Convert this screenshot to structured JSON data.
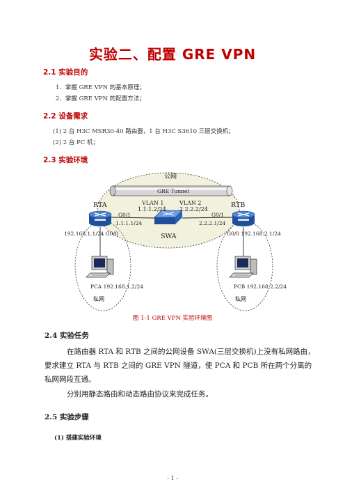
{
  "title": "实验二、配置 GRE VPN",
  "section1": {
    "heading": "2.1 实验目的",
    "items": [
      "1．掌握 GRE VPN 的基本原理；",
      "2．掌握 GRE VPN 的配置方法；"
    ]
  },
  "section2": {
    "heading": "2.2 设备需求",
    "items": [
      "(1) 2 台 H3C MSR30-40 路由器，1 台 H3C S3610 三层交换机；",
      "(2) 2 台 PC 机；"
    ]
  },
  "section3": {
    "heading": "2.3 实验环境"
  },
  "diagram": {
    "public_net": "公网",
    "tunnel": "GRE Tunnel",
    "rta": "RTA",
    "rtb": "RTB",
    "swa": "SWA",
    "vlan1": "VLAN 1",
    "vlan1_ip": "1.1.1.2/24",
    "vlan2": "VLAN 2",
    "vlan2_ip": "2.2.2.2/24",
    "rta_g01": "G0/1",
    "rta_g01_ip": "1.1.1.1/24",
    "rtb_g01": "G0/1",
    "rtb_g01_ip": "2.2.2.1/24",
    "rta_g00": "192.168.1.1/24  G0/0",
    "rtb_g00": "G0/0  192.168.2.1/24",
    "pca": "PCA  192.168.1.2/24",
    "pcb": "PCB  192.168.2.2/24",
    "private_left": "私网",
    "private_right": "私网"
  },
  "caption": "图 1-1 GRE VPN 实验环境图",
  "section4": {
    "heading": "2.4  实验任务",
    "p1a": "在路由器 RTA 和 RTB 之间的公网设备 SWA(三层交换机)上没有私网路由，",
    "p1b": "要求建立 RTA 与 RTB 之间的 GRE VPN 隧道，使 PCA 和 PCB 所在两个分离的",
    "p1c": "私网网段互通。",
    "p2": "分别用静态路由和动态路由协议来完成任务。"
  },
  "section5": {
    "heading": "2.5  实验步骤",
    "step1": "(1)  搭建实验环境"
  },
  "page_number": "- 1 -"
}
